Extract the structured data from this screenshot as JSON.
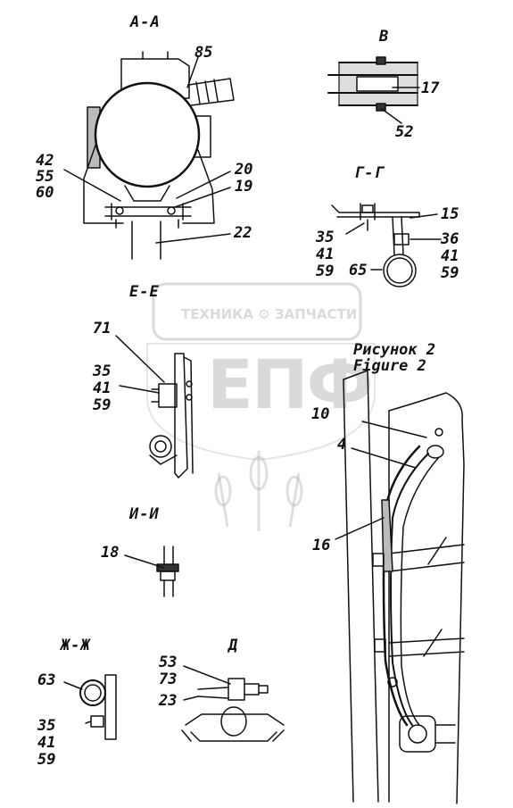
{
  "watermark": {
    "brand_line": "ТЕХНИКА ⚙ ЗАПЧАСТИ",
    "logo_text": "ЕПФ"
  },
  "caption": {
    "line1": "Рисунок 2",
    "line2": "Figure 2"
  },
  "sections": {
    "aa": {
      "title": "А-А",
      "callouts": [
        "85",
        "42",
        "55",
        "60",
        "20",
        "19",
        "22"
      ]
    },
    "v": {
      "title": "В",
      "callouts": [
        "17",
        "52"
      ]
    },
    "gg": {
      "title": "Г-Г",
      "callouts": [
        "15",
        "35",
        "41",
        "59",
        "36",
        "41",
        "59",
        "65"
      ]
    },
    "ee": {
      "title": "Е-Е",
      "callouts": [
        "71",
        "35",
        "41",
        "59"
      ]
    },
    "ii": {
      "title": "И-И",
      "callouts": [
        "18"
      ]
    },
    "zhzh": {
      "title": "Ж-Ж",
      "callouts": [
        "63",
        "35",
        "41",
        "59"
      ]
    },
    "d": {
      "title": "Д",
      "callouts": [
        "53",
        "73",
        "23"
      ]
    },
    "main": {
      "callouts": [
        "10",
        "4",
        "16"
      ]
    }
  }
}
